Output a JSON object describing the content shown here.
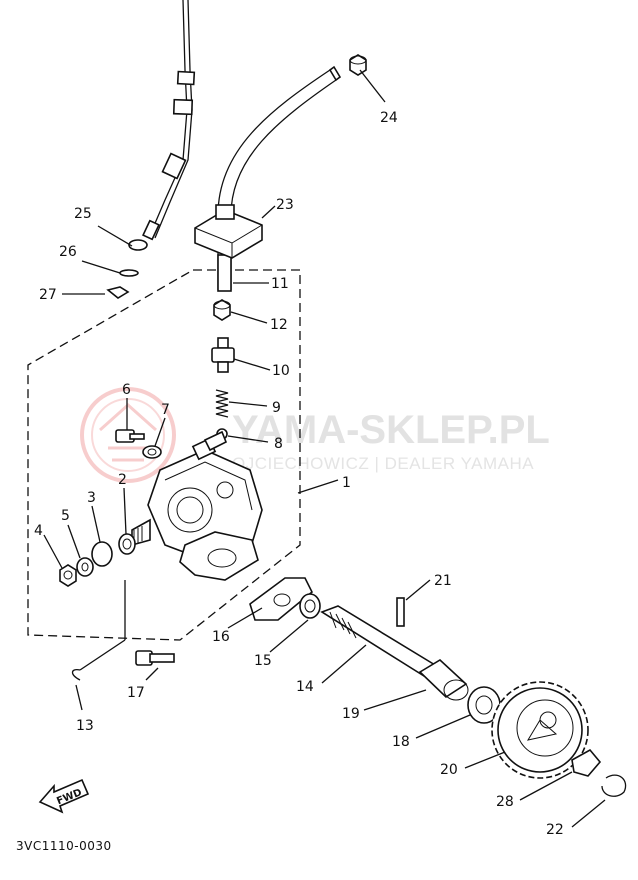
{
  "diagram": {
    "reference_code": "3VC1110-0030",
    "watermark": {
      "brand": "YAMA-SKLEP.PL",
      "subline": "OJCIECHOWICZ | DEALER YAMAHA"
    },
    "fwd_label": "FWD",
    "callouts": {
      "c1": "1",
      "c2": "2",
      "c3": "3",
      "c4": "4",
      "c5": "5",
      "c6": "6",
      "c7": "7",
      "c8": "8",
      "c9": "9",
      "c10": "10",
      "c11": "11",
      "c12": "12",
      "c13": "13",
      "c14": "14",
      "c15": "15",
      "c16": "16",
      "c17": "17",
      "c18": "18",
      "c19": "19",
      "c20": "20",
      "c21": "21",
      "c22": "22",
      "c23": "23",
      "c24": "24",
      "c25": "25",
      "c26": "26",
      "c27": "27",
      "c28": "28"
    },
    "colors": {
      "line": "#111111",
      "watermark_red": "#f4b8b8",
      "watermark_gray": "#e2e2e2"
    }
  }
}
